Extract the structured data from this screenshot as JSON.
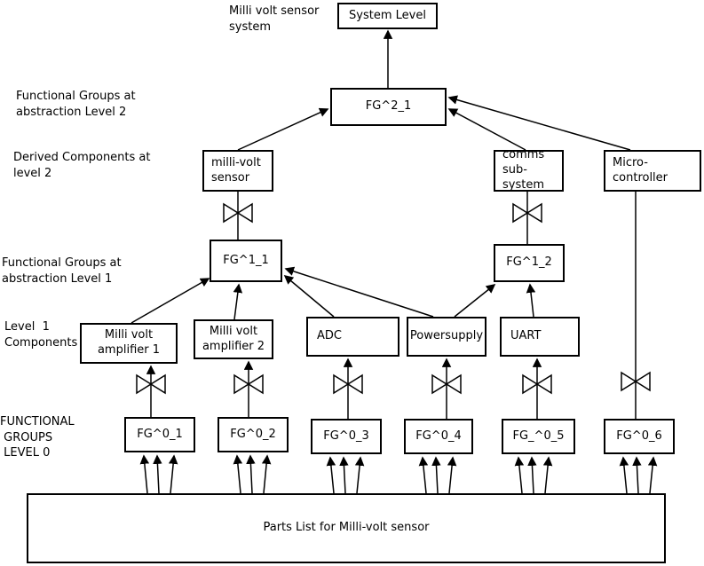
{
  "nodes": {
    "system_level": "System Level",
    "fg2_1": "FG^2_1",
    "millivolt_sensor": "milli-volt\nsensor",
    "comms_subsystem": "comms\nsub-system",
    "microcontroller": "Micro-\ncontroller",
    "fg1_1": "FG^1_1",
    "fg1_2": "FG^1_2",
    "amp1": "Milli volt\namplifier 1",
    "amp2": "Milli volt\namplifier 2",
    "adc": "ADC",
    "powersupply": "Powersupply",
    "uart": "UART",
    "fg0_1": "FG^0_1",
    "fg0_2": "FG^0_2",
    "fg0_3": "FG^0_3",
    "fg0_4": "FG^0_4",
    "fg0_5": "FG_^0_5",
    "fg0_6": "FG^0_6",
    "parts_list": "Parts List for Milli-volt sensor"
  },
  "side_labels": {
    "system_caption": "Milli volt sensor\nsystem",
    "fg_level2": "Functional Groups at\nabstraction Level 2",
    "derived_level2": "Derived Components at\nlevel 2",
    "fg_level1": "Functional Groups at\nabstraction Level 1",
    "components_level1": "Level  1\nComponents",
    "fg_level0": "FUNCTIONAL\n GROUPS\n LEVEL 0"
  },
  "edges": [
    {
      "from": "fg2_1",
      "to": "system_level",
      "arrow": true
    },
    {
      "from": "millivolt_sensor",
      "to": "fg2_1",
      "arrow": true
    },
    {
      "from": "comms_subsystem",
      "to": "fg2_1",
      "arrow": true
    },
    {
      "from": "microcontroller",
      "to": "fg2_1",
      "arrow": true
    },
    {
      "from": "fg1_1",
      "to": "millivolt_sensor",
      "bowtie": true
    },
    {
      "from": "fg1_2",
      "to": "comms_subsystem",
      "bowtie": true
    },
    {
      "from": "amp1",
      "to": "fg1_1",
      "arrow": true
    },
    {
      "from": "amp2",
      "to": "fg1_1",
      "arrow": true
    },
    {
      "from": "adc",
      "to": "fg1_1",
      "arrow": true
    },
    {
      "from": "powersupply",
      "to": "fg1_1",
      "arrow": true
    },
    {
      "from": "powersupply",
      "to": "fg1_2",
      "arrow": true
    },
    {
      "from": "uart",
      "to": "fg1_2",
      "arrow": true
    },
    {
      "from": "fg0_1",
      "to": "amp1",
      "arrow": true,
      "bowtie": true
    },
    {
      "from": "fg0_2",
      "to": "amp2",
      "arrow": true,
      "bowtie": true
    },
    {
      "from": "fg0_3",
      "to": "adc",
      "arrow": true,
      "bowtie": true
    },
    {
      "from": "fg0_4",
      "to": "powersupply",
      "arrow": true,
      "bowtie": true
    },
    {
      "from": "fg0_5",
      "to": "uart",
      "arrow": true,
      "bowtie": true
    },
    {
      "from": "fg0_6",
      "to": "microcontroller",
      "bowtie": true
    },
    {
      "from": "parts_list",
      "to": "fg0_1",
      "arrow": true,
      "count": 3
    },
    {
      "from": "parts_list",
      "to": "fg0_2",
      "arrow": true,
      "count": 3
    },
    {
      "from": "parts_list",
      "to": "fg0_3",
      "arrow": true,
      "count": 3
    },
    {
      "from": "parts_list",
      "to": "fg0_4",
      "arrow": true,
      "count": 3
    },
    {
      "from": "parts_list",
      "to": "fg0_5",
      "arrow": true,
      "count": 3
    },
    {
      "from": "parts_list",
      "to": "fg0_6",
      "arrow": true,
      "count": 3
    }
  ],
  "colors": {
    "line": "#000000",
    "background": "#ffffff"
  }
}
